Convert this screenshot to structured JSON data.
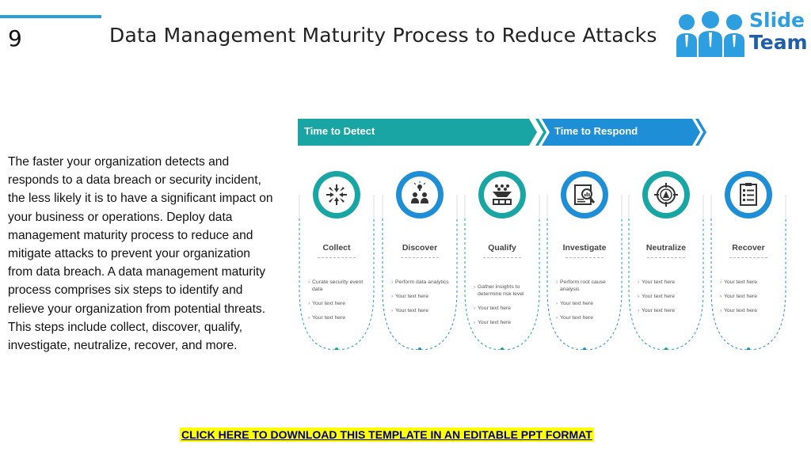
{
  "slide": {
    "number": "9",
    "title": "Data Management Maturity Process to Reduce Attacks"
  },
  "logo": {
    "line1": "Slide",
    "line2": "Team",
    "colors": {
      "light": "#2d9ee0",
      "dark": "#1e5fa8"
    }
  },
  "description": "The faster your organization detects and responds to a data breach or security incident, the less likely it is to have a significant impact on your business or operations. Deploy data management maturity process to reduce and mitigate attacks to prevent your organization from data breach. A data management maturity process comprises six steps to identify and relieve your organization from potential threats. This steps include collect, discover, qualify, investigate, neutralize, recover, and more.",
  "banner": {
    "detect_label": "Time to Detect",
    "respond_label": "Time to Respond",
    "colors": {
      "detect": "#1aa5a5",
      "respond": "#1e8fd6"
    }
  },
  "steps": [
    {
      "name": "Collect",
      "icon": "arrows-inward-icon",
      "color": "#1aa5a5",
      "items": [
        "Curate security event data",
        "Your text here",
        "Your text here"
      ]
    },
    {
      "name": "Discover",
      "icon": "team-idea-icon",
      "color": "#1e8fd6",
      "items": [
        "Perform data analytics",
        "Your text here",
        "Your text here"
      ]
    },
    {
      "name": "Qualify",
      "icon": "data-filter-icon",
      "color": "#1aa5a5",
      "items": [
        "Gather insights to determine risk level",
        "Your text here",
        "Your text here"
      ]
    },
    {
      "name": "Investigate",
      "icon": "magnifier-chart-icon",
      "color": "#1e8fd6",
      "items": [
        "Perform root cause analysis",
        "Your text here",
        "Your text here"
      ]
    },
    {
      "name": "Neutralize",
      "icon": "target-crosshair-icon",
      "color": "#1aa5a5",
      "items": [
        "Your text here",
        "Your text here",
        "Your text here"
      ]
    },
    {
      "name": "Recover",
      "icon": "checklist-icon",
      "color": "#1e8fd6",
      "items": [
        "Your text here",
        "Your text here",
        "Your text here"
      ]
    }
  ],
  "cta": "CLICK HERE TO DOWNLOAD THIS TEMPLATE IN AN EDITABLE PPT FORMAT"
}
